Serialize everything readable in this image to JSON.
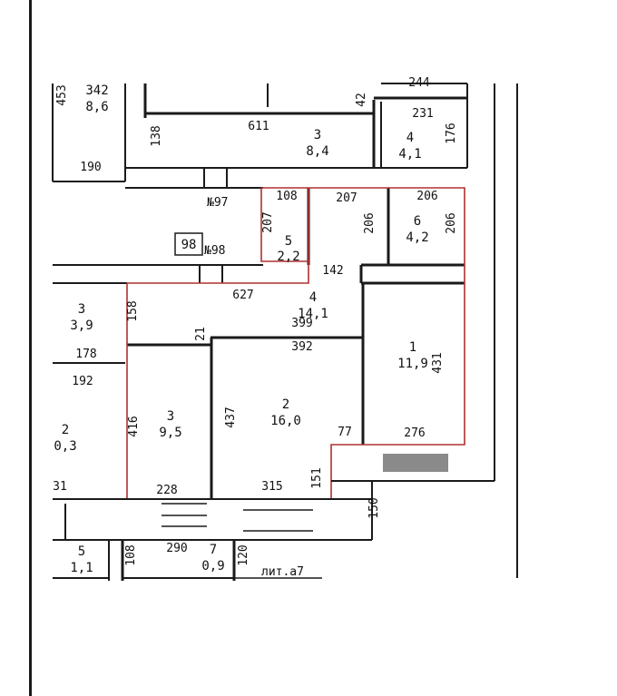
{
  "plan": {
    "apartment_number": "98",
    "litera": "лит.а7",
    "rooms": [
      {
        "id": "room-1",
        "number": "1",
        "area": "11,9"
      },
      {
        "id": "room-2",
        "number": "2",
        "area": "16,0"
      },
      {
        "id": "room-3",
        "number": "3",
        "area": "9,5"
      },
      {
        "id": "room-4",
        "number": "4",
        "area": "14,1"
      },
      {
        "id": "room-5",
        "number": "5",
        "area": "2,2"
      },
      {
        "id": "room-6",
        "number": "6",
        "area": "4,2"
      }
    ],
    "neighbor_rooms": [
      {
        "id": "n-342",
        "number": "342",
        "area": "8,6"
      },
      {
        "id": "n-3-top",
        "number": "3",
        "area": "8,4"
      },
      {
        "id": "n-4-top",
        "number": "4",
        "area": "4,1"
      },
      {
        "id": "n-3-left",
        "number": "3",
        "area": "3,9"
      },
      {
        "id": "n-2-left",
        "number": "2",
        "area": "0,3"
      },
      {
        "id": "n-5-bottom",
        "number": "5",
        "area": "1,1"
      },
      {
        "id": "n-7-bottom",
        "number": "7",
        "area": "0,9"
      }
    ],
    "labels": {
      "apt97": "№97",
      "apt98": "№98"
    },
    "dimensions": [
      "453",
      "190",
      "611",
      "138",
      "42",
      "244",
      "231",
      "176",
      "108",
      "207",
      "207",
      "206",
      "206",
      "206",
      "142",
      "627",
      "158",
      "399",
      "21",
      "392",
      "431",
      "416",
      "437",
      "77",
      "276",
      "151",
      "228",
      "315",
      "150",
      "290",
      "108",
      "120",
      "178",
      "192",
      "31"
    ]
  }
}
